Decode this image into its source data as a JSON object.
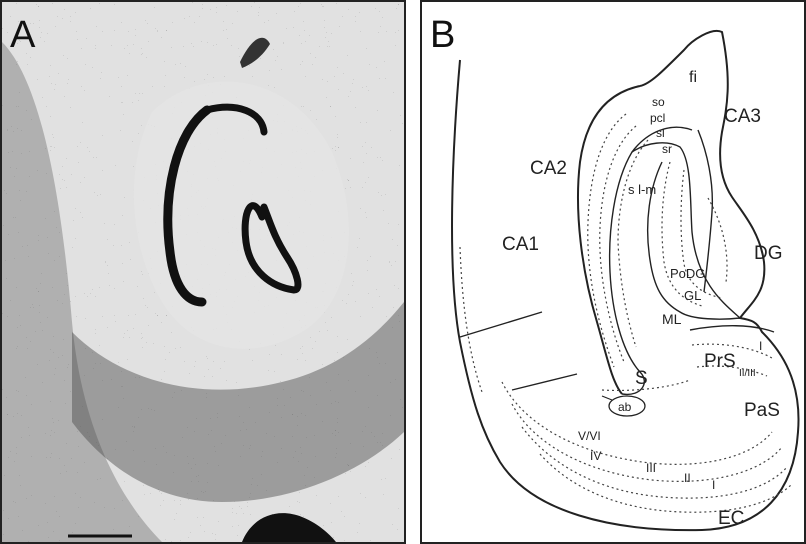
{
  "panels": {
    "a": {
      "letter": "A"
    },
    "b": {
      "letter": "B"
    }
  },
  "labels": {
    "fi": "fi",
    "ca3": "CA3",
    "ca2": "CA2",
    "ca1": "CA1",
    "dg": "DG",
    "so": "so",
    "pcl": "pcl",
    "sl": "sl",
    "sr": "sr",
    "slm": "s l-m",
    "podg": "PoDG",
    "gl": "GL",
    "ml": "ML",
    "prs": "PrS",
    "prs_layers": "II/III",
    "layer_i_prs": "I",
    "s": "S",
    "ab": "ab",
    "pas": "PaS",
    "vvi": "V/VI",
    "iv": "IV",
    "iii": "III",
    "ii": "II",
    "layer_i_ec": "I",
    "ec": "EC"
  },
  "colors": {
    "stain_dark": "#111111",
    "stain_mid": "#6e6e6e",
    "stain_light": "#c8c8c8",
    "line": "#222222"
  }
}
